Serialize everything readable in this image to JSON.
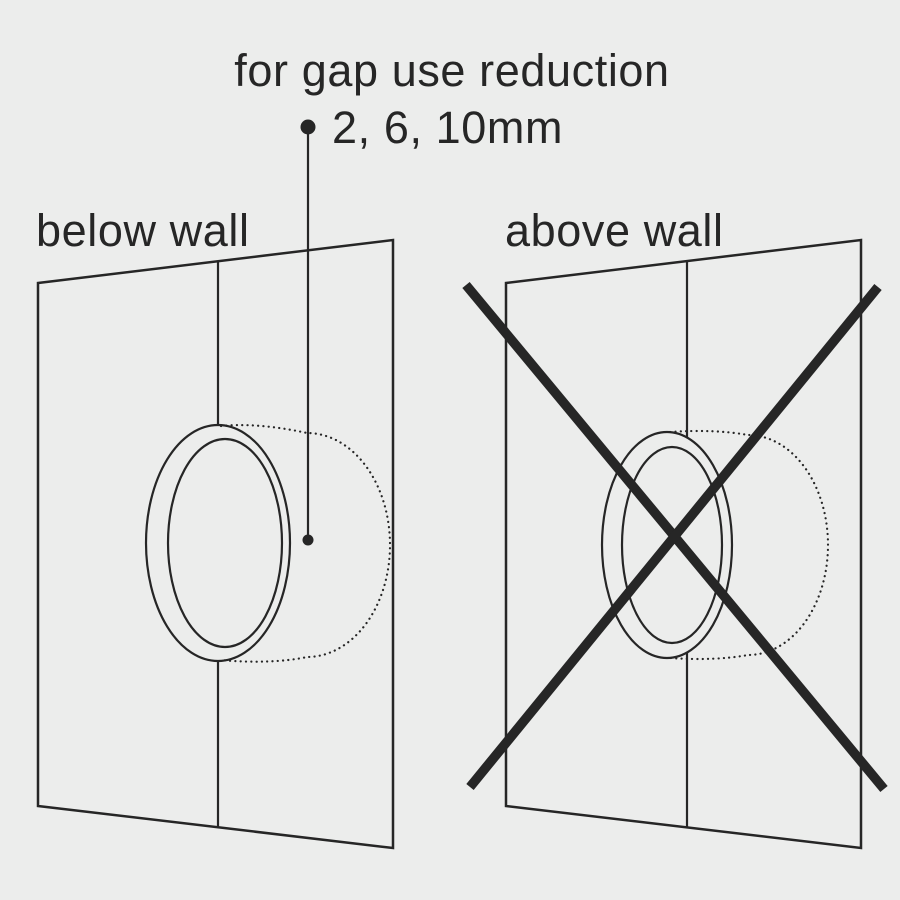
{
  "colors": {
    "background": "#ecedec",
    "ink": "#262626"
  },
  "annotation": {
    "line1": "for gap use reduction",
    "line2": "2, 6, 10mm",
    "gap_reduction_values_mm": [
      2,
      6,
      10
    ]
  },
  "panels": {
    "left": {
      "label": "below wall"
    },
    "right": {
      "label": "above wall"
    }
  }
}
